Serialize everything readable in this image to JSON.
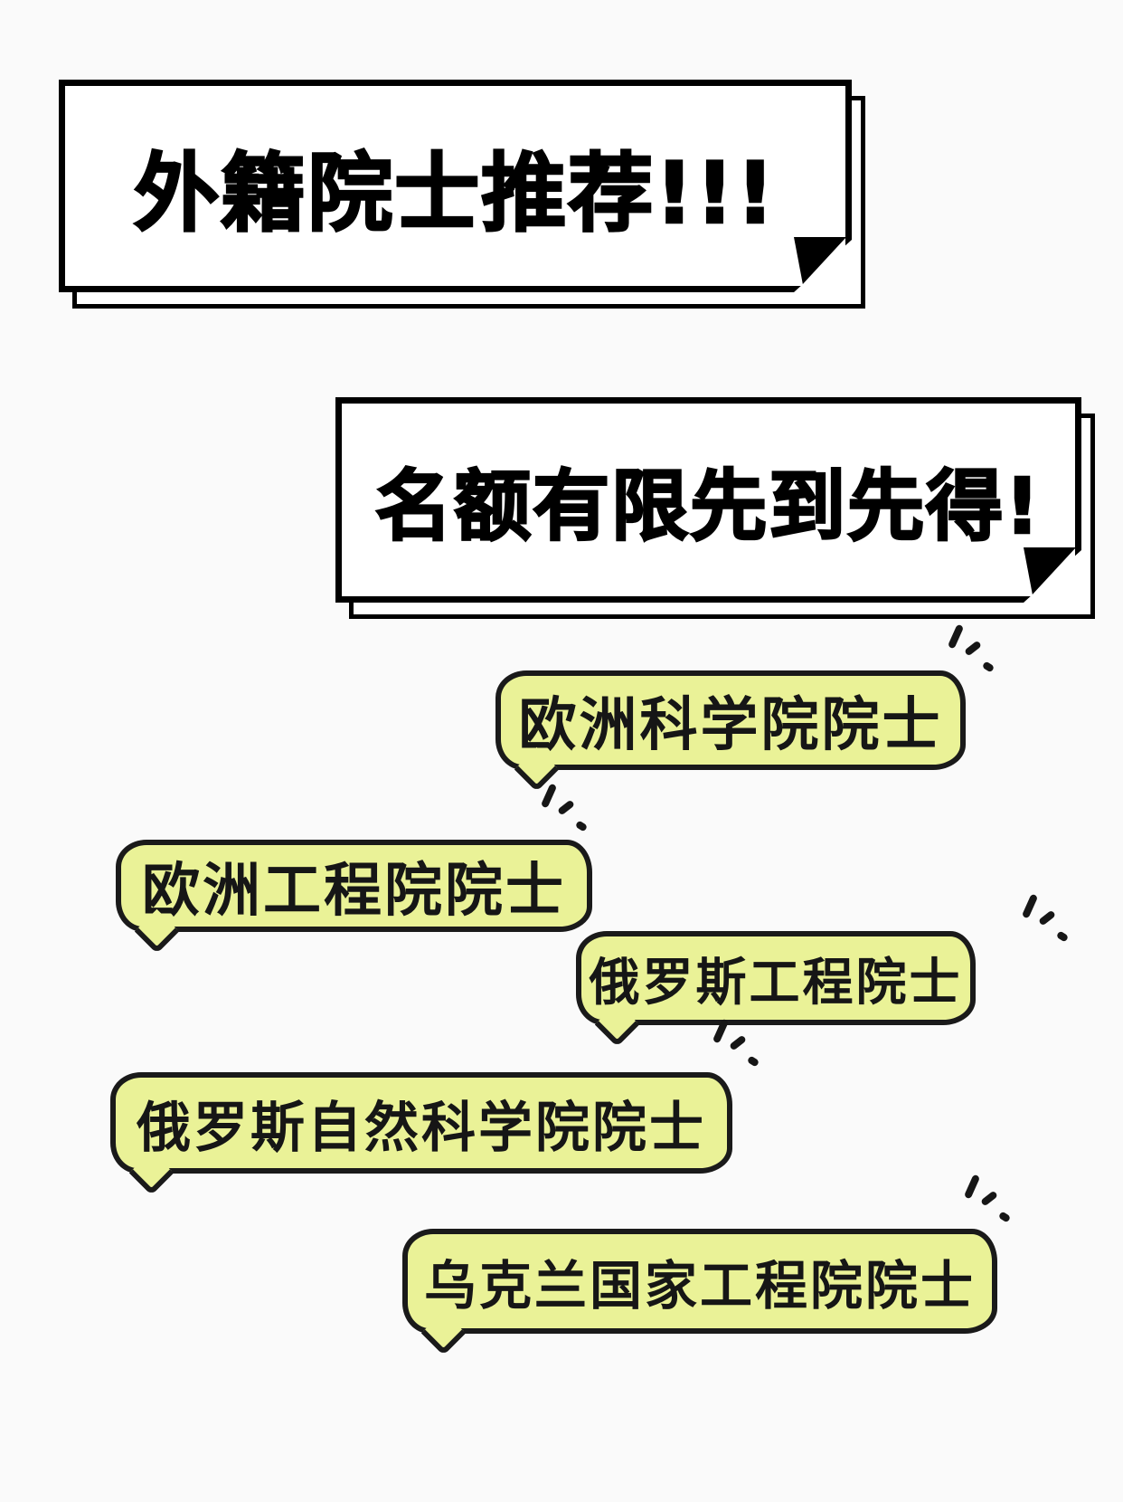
{
  "banners": [
    {
      "label": "外籍院士推荐!!!"
    },
    {
      "label": "名额有限先到先得!"
    }
  ],
  "bubbles": [
    {
      "label": "欧洲科学院院士"
    },
    {
      "label": "欧洲工程院院士"
    },
    {
      "label": "俄罗斯工程院士"
    },
    {
      "label": "俄罗斯自然科学院院士"
    },
    {
      "label": "乌克兰国家工程院院士"
    }
  ],
  "colors": {
    "bubble_fill": "#eaf297",
    "outline": "#1a1a1a",
    "banner_border": "#000000",
    "background": "#fafafa"
  }
}
